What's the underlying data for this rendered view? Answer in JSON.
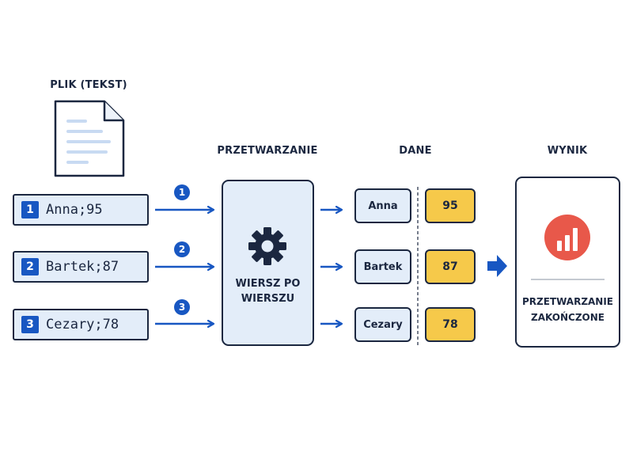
{
  "headings": {
    "file": "PLIK (TEKST)",
    "processing": "PRZETWARZANIE",
    "data": "DANE",
    "result": "WYNIK"
  },
  "rows": [
    {
      "num": "1",
      "text": "Anna;95"
    },
    {
      "num": "2",
      "text": "Bartek;87"
    },
    {
      "num": "3",
      "text": "Cezary;78"
    }
  ],
  "steps": [
    "1",
    "2",
    "3"
  ],
  "processor": {
    "line1": "WIERSZ PO",
    "line2": "WIERSZU",
    "icon": "gear-icon"
  },
  "data_pairs": [
    {
      "name": "Anna",
      "value": "95"
    },
    {
      "name": "Bartek",
      "value": "87"
    },
    {
      "name": "Cezary",
      "value": "78"
    }
  ],
  "result": {
    "line1": "PRZETWARZANIE",
    "line2": "ZAKOŃCZONE",
    "icon": "bar-chart-icon"
  },
  "colors": {
    "navy": "#1b2740",
    "blue": "#1857c2",
    "light_blue": "#e3edf9",
    "yellow": "#f6c94a",
    "red": "#e8584a"
  }
}
